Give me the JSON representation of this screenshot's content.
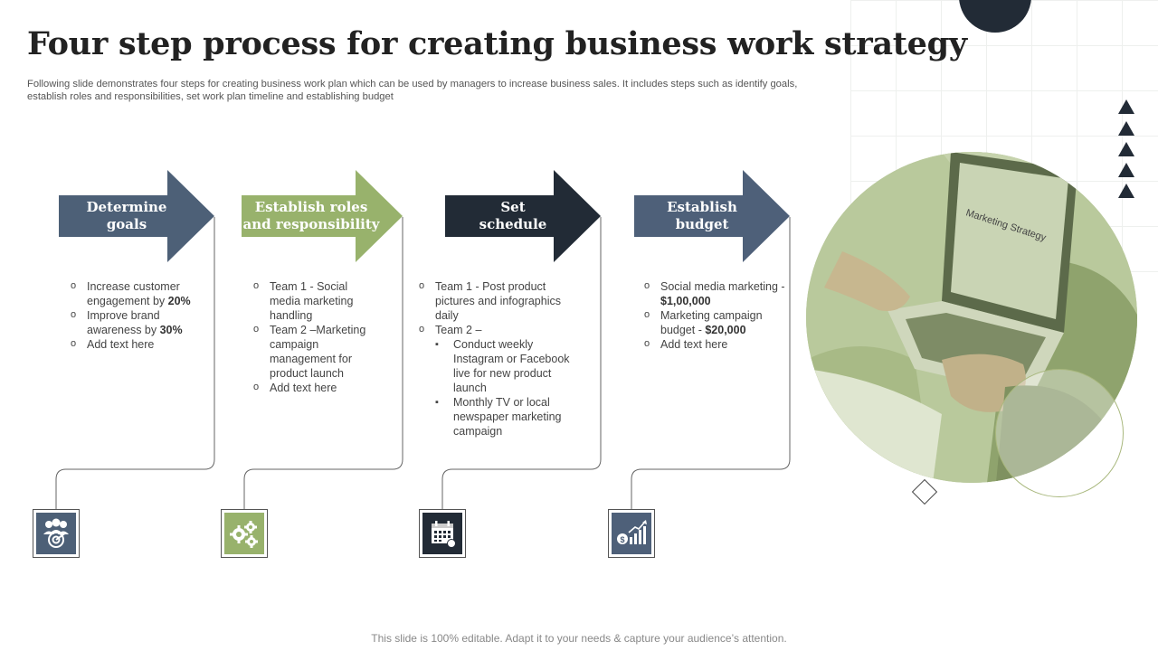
{
  "slide": {
    "title": "Four step process for creating business work strategy",
    "subtitle": "Following slide demonstrates four steps for creating business work plan which can be used by managers to increase business sales. It includes steps such as identify goals, establish roles and responsibilities, set work plan timeline and establishing budget",
    "footer": "This slide is 100% editable. Adapt it to your needs & capture your audience’s attention."
  },
  "colors": {
    "slate": "#4d6077",
    "green": "#98b26c",
    "navy": "#222b36",
    "blue_slate": "#4e6079"
  },
  "steps": [
    {
      "title_line1": "Determine",
      "title_line2": "goals",
      "icon": "team-target-icon",
      "items": [
        {
          "text": "Increase customer engagement  by ",
          "bold": "20%"
        },
        {
          "text": "Improve  brand awareness  by ",
          "bold": "30%"
        },
        {
          "text": "Add text here",
          "bold": ""
        }
      ]
    },
    {
      "title_line1": "Establish roles",
      "title_line2": "and responsibility",
      "icon": "gears-icon",
      "items": [
        {
          "text": "Team  1 - Social media marketing handling"
        },
        {
          "text": "Team  2 –Marketing campaign management for product launch"
        },
        {
          "text": "Add text here"
        }
      ]
    },
    {
      "title_line1": "Set",
      "title_line2": "schedule",
      "icon": "calendar-icon",
      "items": [
        {
          "text": "Team  1 - Post product pictures and infographics daily"
        },
        {
          "text": "Team  2 –"
        }
      ],
      "subitems": [
        {
          "text": "Conduct weekly Instagram  or Facebook live  for new product launch"
        },
        {
          "text": "Monthly TV or local newspaper marketing campaign"
        }
      ]
    },
    {
      "title_line1": "Establish",
      "title_line2": "budget",
      "icon": "money-growth-icon",
      "items": [
        {
          "text": "Social media marketing - ",
          "bold": "$1,00,000"
        },
        {
          "text": "Marketing campaign budget  - ",
          "bold": "$20,000"
        },
        {
          "text": "Add text here",
          "bold": ""
        }
      ]
    }
  ],
  "photo": {
    "screen_text": "Marketing Strategy"
  }
}
